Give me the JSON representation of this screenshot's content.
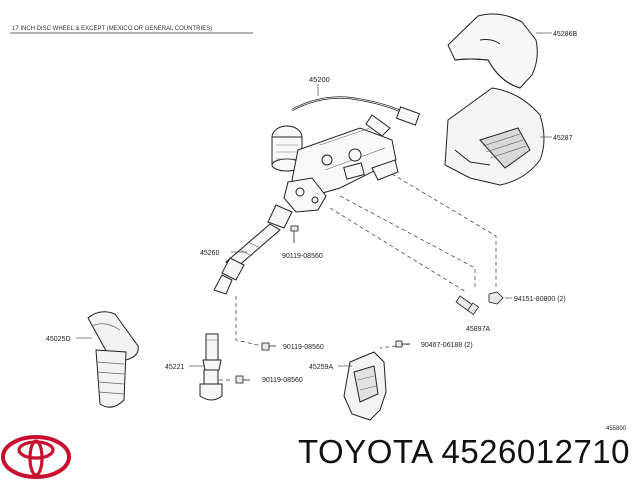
{
  "header": {
    "caption": "17 INCH DISC WHEEL & EXCEPT (MEXICO OR GENERAL COUNTRIES)"
  },
  "parts": {
    "p45200": "45200",
    "p45286b": "45286B",
    "p45287": "45287",
    "p45260": "45260",
    "p90119_a": "90119-08560",
    "p94151": "94151-80800 (2)",
    "p45897a": "45897A",
    "p45025d": "45025D",
    "p90119_b": "90119-08560",
    "p90467": "90467-06188 (2)",
    "p45221": "45221",
    "p45259a": "45259A",
    "p90119_c": "90119-08560"
  },
  "figure_id": "455800",
  "footer": {
    "brand_text": "TOYOTA 4526012710"
  },
  "colors": {
    "logo": "#c8102e",
    "line": "#333333"
  }
}
